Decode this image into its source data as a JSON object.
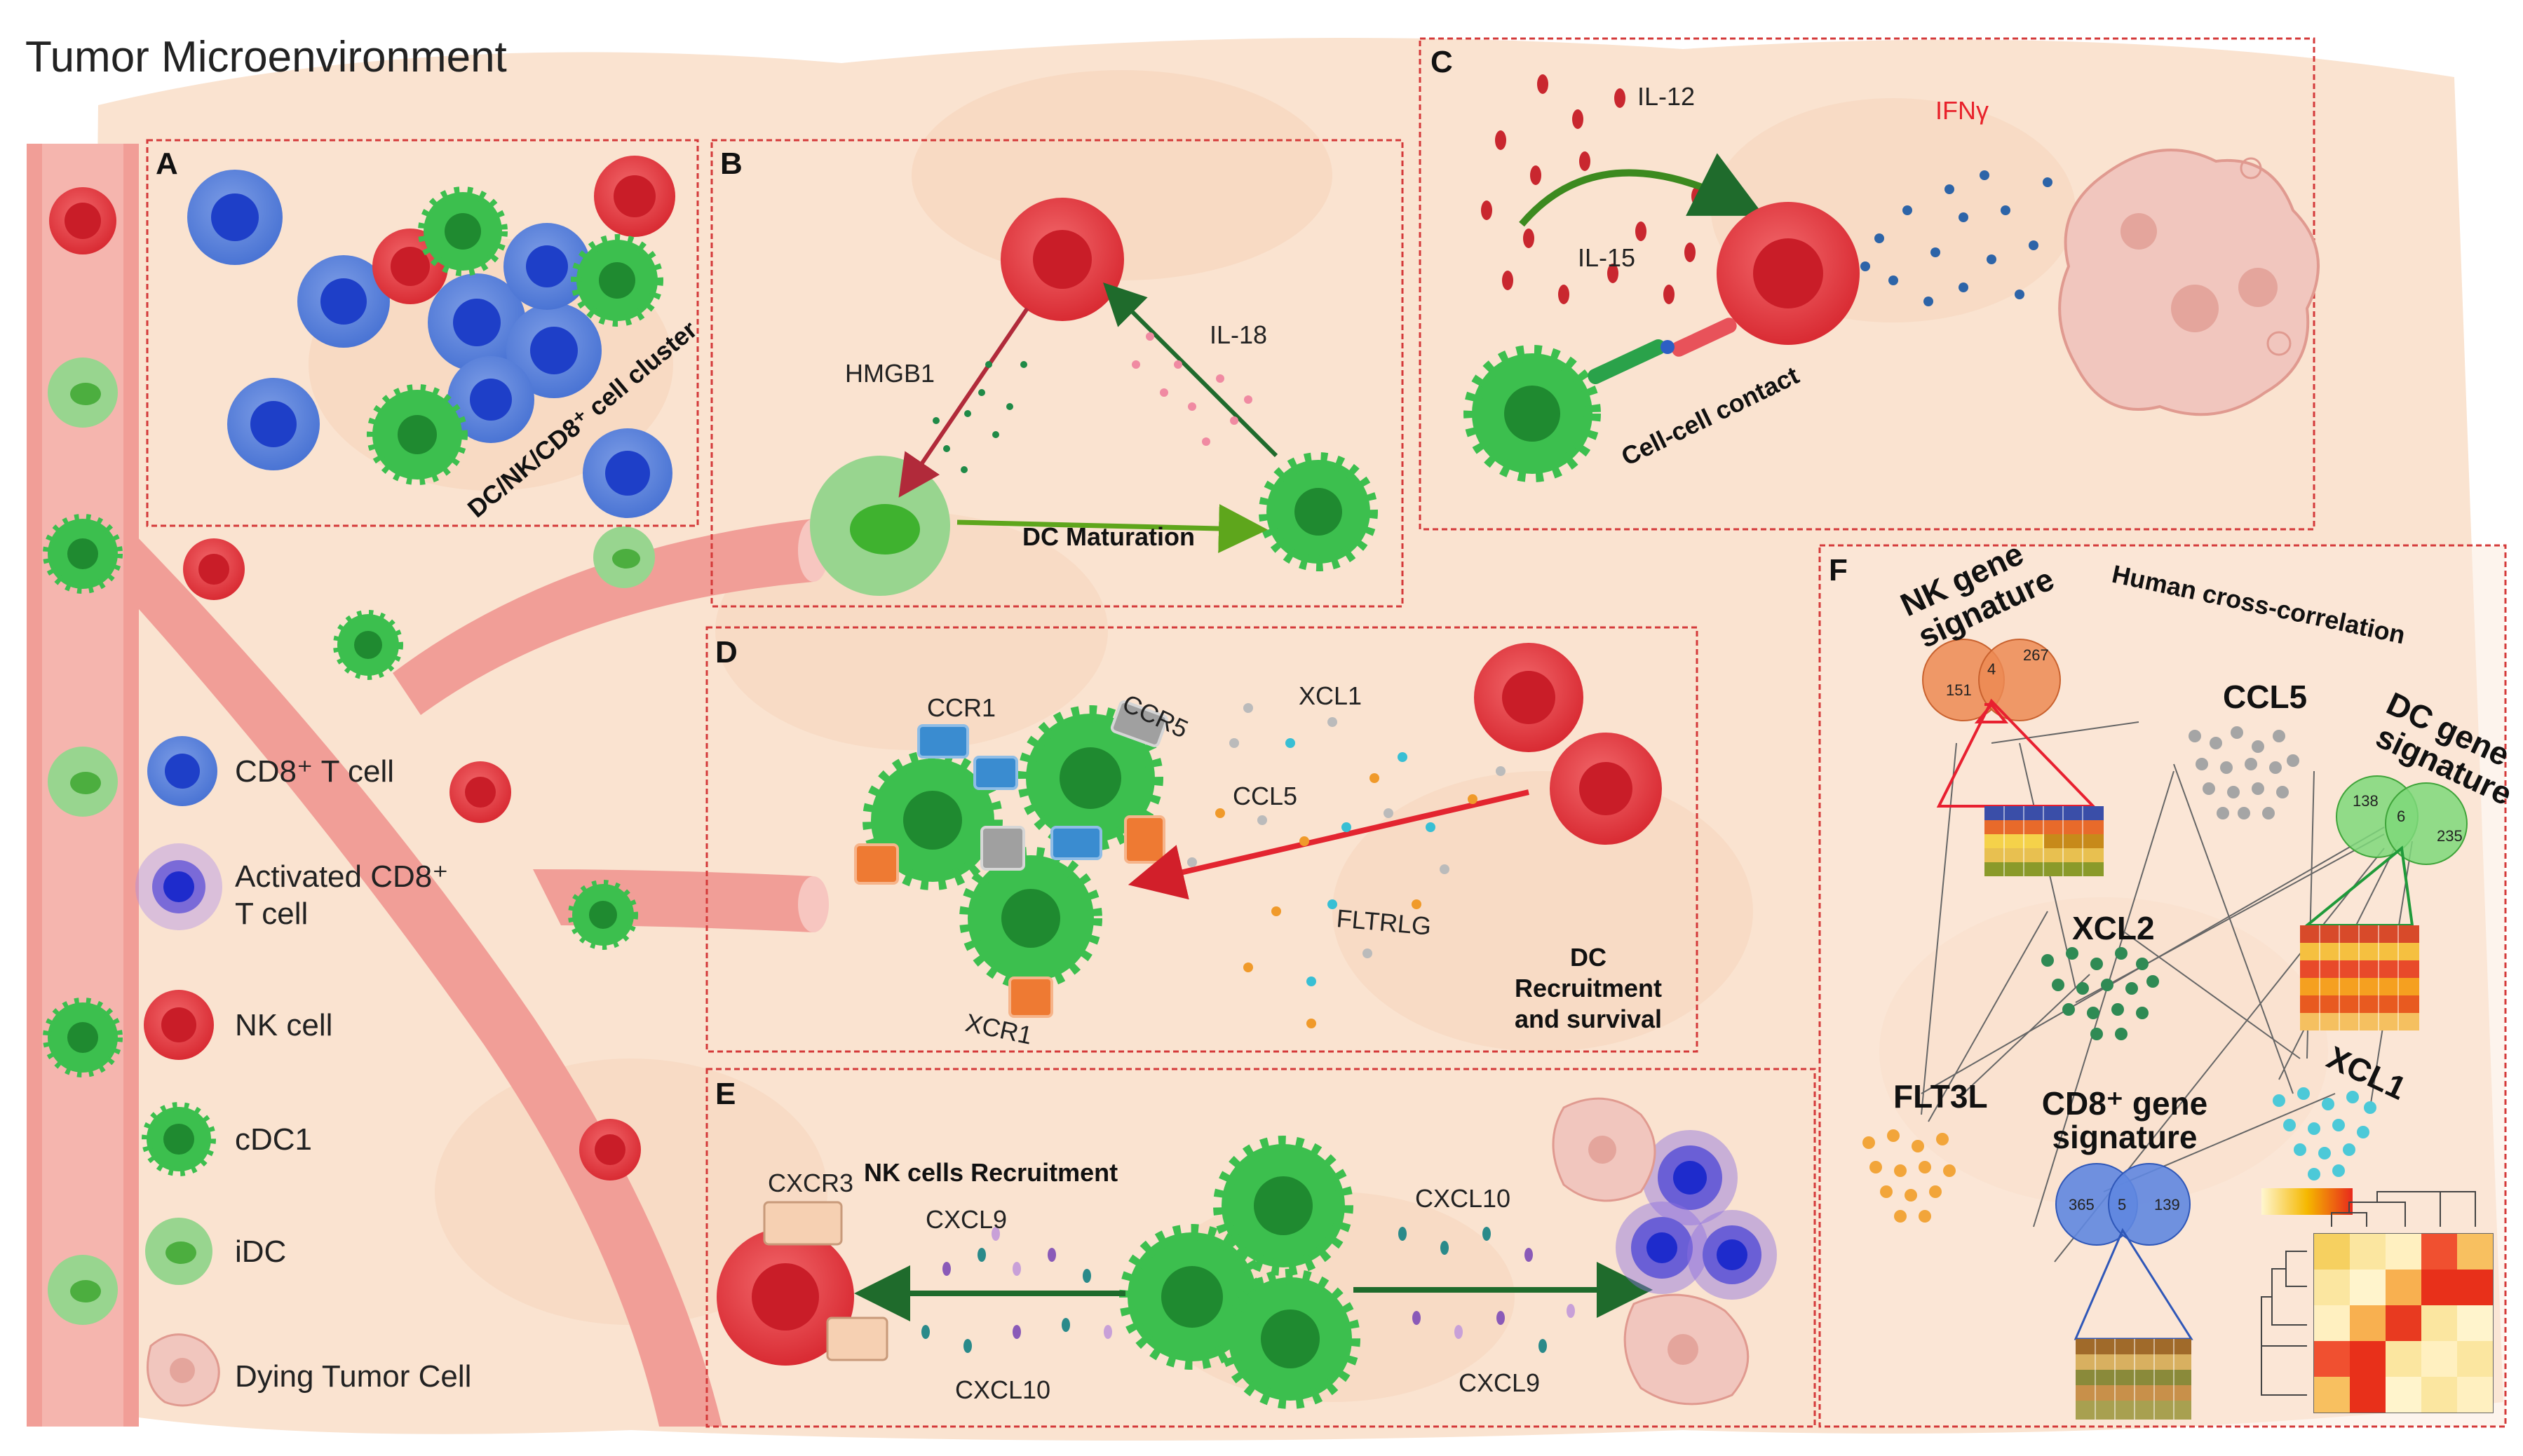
{
  "title": "Tumor Microenvironment",
  "panels": {
    "a": {
      "letter": "A",
      "cluster_label": "DC/NK/CD8⁺ cell cluster"
    },
    "b": {
      "letter": "B",
      "hmgb1": "HMGB1",
      "il18": "IL-18",
      "maturation": "DC Maturation"
    },
    "c": {
      "letter": "C",
      "il12": "IL-12",
      "il15": "IL-15",
      "ifng": "IFNγ",
      "contact": "Cell-cell contact"
    },
    "d": {
      "letter": "D",
      "ccr1": "CCR1",
      "ccr5": "CCR5",
      "xcr1": "XCR1",
      "xcl1": "XCL1",
      "ccl5": "CCL5",
      "fltrlg": "FLTRLG",
      "recruit_1": "DC",
      "recruit_2": "Recruitment",
      "recruit_3": "and survival"
    },
    "e": {
      "letter": "E",
      "cxcr3": "CXCR3",
      "nk_recruit": "NK cells Recruitment",
      "cxcl9_left": "CXCL9",
      "cxcl10_left": "CXCL10",
      "cxcl10_right": "CXCL10",
      "cxcl9_right": "CXCL9"
    },
    "f": {
      "letter": "F",
      "cross": "Human cross-correlation",
      "nk_sig_1": "NK gene",
      "nk_sig_2": "signature",
      "dc_sig_1": "DC gene",
      "dc_sig_2": "signature",
      "cd8_sig_1": "CD8⁺ gene",
      "cd8_sig_2": "signature",
      "ccl5": "CCL5",
      "xcl2": "XCL2",
      "xcl1": "XCL1",
      "flt3l": "FLT3L",
      "nk_venn": [
        "151",
        "4",
        "267"
      ],
      "dc_venn": [
        "138",
        "6",
        "235"
      ],
      "cd8_venn": [
        "365",
        "5",
        "139"
      ]
    }
  },
  "legend": {
    "cd8": "CD8⁺ T cell",
    "act_1": "Activated CD8⁺",
    "act_2": "T cell",
    "nk": "NK cell",
    "cdc1": "cDC1",
    "idc": "iDC",
    "dying": "Dying Tumor  Cell"
  },
  "colors": {
    "nk": "#e23a3f",
    "cd8": "#4a74d4",
    "cdc1": "#3cbf4e",
    "vessel": "#f3a9a2",
    "panel_border": "#d43a3a",
    "tissue": "#f9dfc9"
  }
}
